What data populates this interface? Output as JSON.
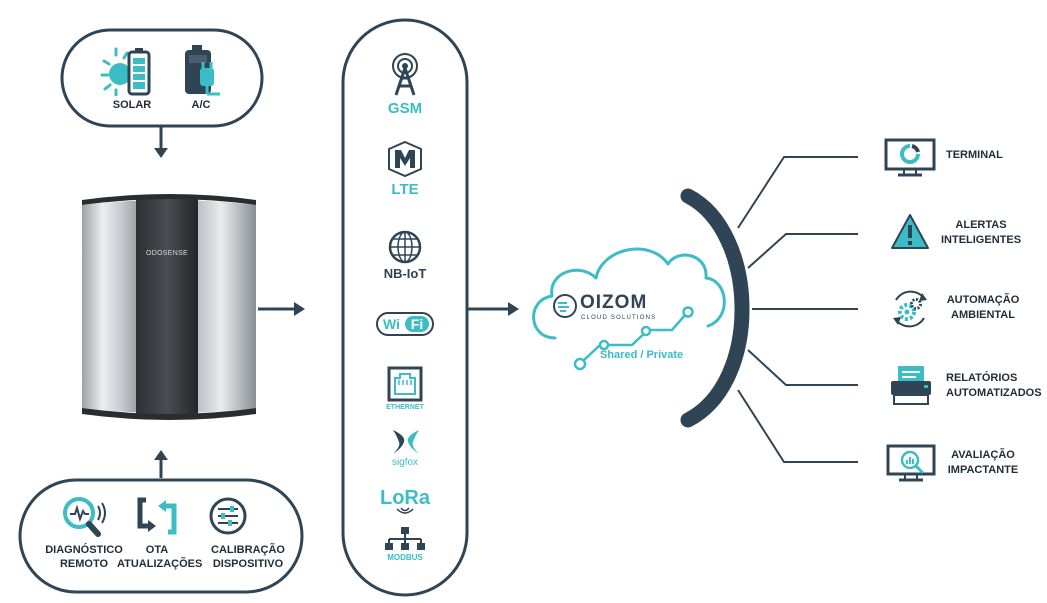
{
  "power": {
    "solar_label": "SOLAR",
    "ac_label": "A/C"
  },
  "device": {
    "brand_label": "ODOSENSE"
  },
  "remote": {
    "diagnostics_label_1": "DIAGNÓSTICO",
    "diagnostics_label_2": "REMOTO",
    "ota_label_1": "OTA",
    "ota_label_2": "ATUALIZAÇÕES",
    "calibration_label_1": "CALIBRAÇÃO",
    "calibration_label_2": "DISPOSITIVO"
  },
  "connectivity": {
    "gsm": "GSM",
    "lte": "LTE",
    "nbiot": "NB-IoT",
    "wifi_a": "Wi",
    "wifi_b": "Fi",
    "ethernet": "ETHERNET",
    "sigfox": "sigfox",
    "lora": "LoRa",
    "modbus": "MODBUS"
  },
  "cloud": {
    "brand": "OIZOM",
    "subtitle": "CLOUD SOLUTIONS",
    "mode": "Shared / Private"
  },
  "outputs": {
    "terminal": "TERMINAL",
    "alerts_1": "ALERTAS",
    "alerts_2": "INTELIGENTES",
    "automation_1": "AUTOMAÇÃO",
    "automation_2": "AMBIENTAL",
    "reports_1": "RELATÓRIOS",
    "reports_2": "AUTOMATIZADOS",
    "impact_1": "AVALIAÇÃO",
    "impact_2": "IMPACTANTE"
  },
  "colors": {
    "dark": "#2f4454",
    "teal": "#3cbcc4"
  }
}
